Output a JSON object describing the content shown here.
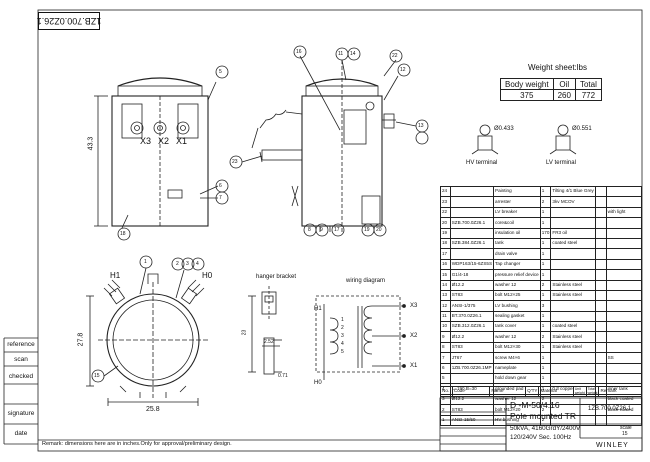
{
  "drawing_code": "1ZB.700.0Z26.1",
  "weight_sheet": {
    "title": "Weight sheet:lbs",
    "headers": [
      "Body weight",
      "Oil",
      "Total"
    ],
    "values": [
      "375",
      "260",
      "772"
    ]
  },
  "terminals": {
    "hv_label": "HV terminal",
    "hv_dim": "Ø0.433",
    "lv_label": "LV terminal",
    "lv_dim": "Ø0.551"
  },
  "views": {
    "front_dim": "43.3",
    "front_bushings": [
      "X3",
      "X2",
      "X1"
    ],
    "bottom_dim_width": "25.8",
    "bottom_dim_height": "27.8",
    "bottom_labels": [
      "H1",
      "H0"
    ],
    "hanger_title": "hanger bracket",
    "hanger_dims": [
      "23",
      "2.52",
      "0.71"
    ],
    "wiring_title": "wiring diagram",
    "wiring_labels": [
      "H1",
      "H0",
      "X3",
      "X2",
      "X1"
    ],
    "wiring_taps": [
      "1",
      "2",
      "3",
      "4",
      "5"
    ],
    "balloons_front": [
      "5",
      "6",
      "7",
      "18"
    ],
    "balloons_side": [
      "16",
      "11",
      "14",
      "22",
      "12",
      "13",
      "23",
      "8",
      "9",
      "17",
      "19",
      "20"
    ],
    "balloons_bottom": [
      "1",
      "2",
      "3",
      "4",
      "15"
    ]
  },
  "bom": {
    "rows": [
      [
        "24",
        "",
        "Painting",
        "1",
        "Tilting 4/1 Blue Grey",
        "",
        ""
      ],
      [
        "23",
        "",
        "arrester",
        "2",
        "3kv MCOV",
        "",
        ""
      ],
      [
        "22",
        "",
        "LV breaker",
        "1",
        "",
        "",
        "with light"
      ],
      [
        "20",
        "SZB.700.0Z26.1",
        "core&coil",
        "1",
        "",
        "",
        ""
      ],
      [
        "19",
        "",
        "insulation oil",
        "170",
        "FR3 oil",
        "",
        ""
      ],
      [
        "18",
        "SZB.384.0Z26.1",
        "tank",
        "1",
        "coated steel",
        "",
        ""
      ],
      [
        "17",
        "",
        "drain valve",
        "1",
        "",
        "",
        ""
      ],
      [
        "16",
        "WDP163/15-6ZS5S",
        "Tap changer",
        "1",
        "",
        "",
        ""
      ],
      [
        "15",
        "G1/4-18",
        "pressure relief device",
        "1",
        "",
        "",
        ""
      ],
      [
        "14",
        "Ø12.2",
        "washer 12",
        "2",
        "Stainless steel",
        "",
        ""
      ],
      [
        "13",
        "ST83",
        "bolt M12×25",
        "1",
        "Stainless steel",
        "",
        ""
      ],
      [
        "12",
        "ANSI-1/375",
        "LV bushing",
        "3",
        "",
        "",
        ""
      ],
      [
        "11",
        "BT.370.0Z26.1",
        "sealing gasket",
        "1",
        "",
        "",
        ""
      ],
      [
        "10",
        "SZB.312.0Z26.1",
        "tank cover",
        "1",
        "coated steel",
        "",
        ""
      ],
      [
        "9",
        "Ø12.2",
        "washer 12",
        "2",
        "Stainless steel",
        "",
        ""
      ],
      [
        "8",
        "ST83",
        "bolt M12×30",
        "1",
        "Stainless steel",
        "",
        ""
      ],
      [
        "7",
        "JT67",
        "screw M4×6",
        "1",
        "",
        "",
        "SS"
      ],
      [
        "6",
        "1ZB.700.0Z26.1MP",
        "nameplate",
        "1",
        "",
        "",
        ""
      ],
      [
        "5",
        "",
        "hold down gear",
        "1",
        "",
        "",
        ""
      ],
      [
        "4",
        "L=190,B=30",
        "grounded pad",
        "1",
        "0.3 copper",
        "",
        "inner tank"
      ],
      [
        "3",
        "Ø12.2",
        "washer 12",
        "2",
        "",
        "",
        "black coated"
      ],
      [
        "2",
        "ST83",
        "bolt M12×20",
        "2",
        "",
        "",
        "black coated"
      ],
      [
        "1",
        "ANSI-15/50",
        "HV bushing",
        "2",
        "",
        "",
        ""
      ]
    ],
    "header": [
      "No.",
      "Code",
      "Name",
      "Q'TY",
      "Material",
      "Unit weight",
      "Total weight",
      "Remark"
    ]
  },
  "title_block": {
    "line1": "D -M-50/4.16",
    "line2": "Pole mounted TR",
    "line3": "50kVA, 4160GrdY/2400V",
    "line4": "120/240V Sec. 100Hz",
    "code": "1ZB.700.0Z26.1",
    "scale_label": "scale",
    "scale_value": "15",
    "company": "WINLEY",
    "note": "Remark: dimensions here are in inches.Only for approval/preliminary design."
  },
  "side_column": [
    "reference",
    "scan",
    "checked",
    "signature",
    "date"
  ]
}
